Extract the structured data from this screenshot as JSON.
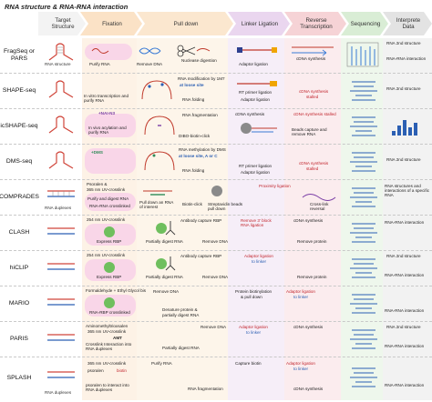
{
  "title": "RNA structure & RNA-RNA interaction",
  "stages": [
    {
      "label": "Target Structure",
      "color": "#ffffff"
    },
    {
      "label": "Fixation",
      "color": "#fbe2c6"
    },
    {
      "label": "Pull down",
      "color": "#fbe7cf"
    },
    {
      "label": "Linker Ligation",
      "color": "#ead6ef"
    },
    {
      "label": "Reverse Transcription",
      "color": "#f6d3d6"
    },
    {
      "label": "Sequencing",
      "color": "#d9edd5"
    },
    {
      "label": "Interprete Data",
      "color": "#e3e3e3"
    }
  ],
  "target_labels": {
    "rna_structure": "RNA structure",
    "rna_duplexes": "RNA duplexes"
  },
  "rows": [
    {
      "method": "FragSeq or PARS",
      "notes": {
        "fix1": "Purify RNA",
        "fix2": "Remove DNA",
        "pull1": "Nuclease digestion",
        "lig1": "Adaptor ligation",
        "rt1": "cDNA synthesis",
        "int1": "RNA 2nd structure",
        "int2": "RNA-RNA interaction"
      }
    },
    {
      "method": "SHAPE-seq",
      "notes": {
        "fix1": "In vitro transcription and purify RNA",
        "pull1": "RNA modification by 1M7",
        "pull2": "at loose site",
        "pull3": "RNA folding",
        "lig1": "RT primer ligation",
        "lig2": "Adaptor ligation",
        "rt1": "cDNA synthesis",
        "rt2": "stalled",
        "int1": "RNA 2nd structure"
      }
    },
    {
      "method": "icSHAPE-seq",
      "notes": {
        "fix0": "+NAI-N3",
        "fix1": "In vivo acylation and purify RNA",
        "pull1": "RNA fragmentation",
        "pull2": "DIBO-biotin-click",
        "lig1": "cDNA synthesis",
        "rt1": "Beads capture and remove RNA",
        "rt2": "cDNA synthesis stalled"
      }
    },
    {
      "method": "DMS-seq",
      "notes": {
        "fix0": "+DMS",
        "pull1": "RNA methylation by DMS",
        "pull2": "at loose site, A or C",
        "pull3": "RNA folding",
        "lig1": "RT primer ligation",
        "lig2": "Adaptor ligation",
        "rt1": "cDNA synthesis",
        "rt2": "stalled",
        "int1": "RNA 2nd structure"
      }
    },
    {
      "method": "COMPRADES",
      "notes": {
        "fix1": "Psoralen &",
        "fix2": "365 nm UV-crosslink",
        "fix3": "Purify and digest RNA",
        "fix4": "RNA-RNA crosslinked",
        "pull1": "Pull down an RNA of interest",
        "pull2": "Biotin-click",
        "lig1": "Streptavidin beads pull down",
        "lig2": "Proximity ligation",
        "rt1": "Cross-link reversal",
        "int1": "RNA structures and interactions of a specific RNA"
      }
    },
    {
      "method": "CLASH",
      "notes": {
        "fix1": "254 nm UV-crosslink",
        "fix2": "Express RBP",
        "pull1": "Antibody capture RBP",
        "pull2": "Partially digest RNA",
        "lig1": "Remove DNA",
        "lig2": "Remove 3' block RNA ligation",
        "rt1": "cDNA synthesis",
        "rt2": "Remove protein",
        "int1": "RNA-RNA interaction"
      }
    },
    {
      "method": "hiCLIP",
      "notes": {
        "fix1": "254 nm UV-crosslink",
        "fix2": "Express RBP",
        "pull1": "Antibody capture RBP",
        "pull2": "Partially digest RNA",
        "lig1": "Remove DNA",
        "lig2": "Adaptor ligation",
        "lig3": "to linker",
        "rt1": "Remove protein",
        "int1": "RNA 2nd structure",
        "int2": "RNA-RNA interaction"
      }
    },
    {
      "method": "MARIO",
      "notes": {
        "fix1": "Formaldehyde + Ethyl Glycol bis",
        "fix2": "RNA-RBP crosslinked",
        "pull1": "Remove DNA",
        "pull2": "Denature protein &",
        "pull3": "partially digest RNA",
        "lig1": "Protein biotinylation",
        "lig2": "& pull down",
        "lig3": "Adaptor ligation",
        "lig4": "to linker",
        "int1": "RNA-RNA interaction"
      }
    },
    {
      "method": "PARIS",
      "notes": {
        "fix1": "Aminomethyltrioxsalen",
        "fix2": "365 nm UV-crosslink",
        "fix3": "AMT",
        "fix4": "Crosslink Interaction into RNA duplexes",
        "pull1": "Remove DNA",
        "pull2": "Partially digest RNA",
        "lig1": "Adaptor ligation",
        "lig2": "to linker",
        "rt1": "cDNA synthesis",
        "int1": "RNA 2nd structure",
        "int2": "RNA-RNA interaction"
      }
    },
    {
      "method": "SPLASH",
      "notes": {
        "fix1": "365 nm UV-crosslink",
        "fix2": "psoralen",
        "fix3": "biotin",
        "fix4": "psoralen to interact into RNA duplexes",
        "pull1": "Purify RNA",
        "pull2": "RNA fragmentation",
        "lig1": "Capture biotin",
        "lig2": "Adaptor ligation",
        "lig3": "to linker",
        "rt1": "cDNA synthesis",
        "int1": "RNA-RNA interaction"
      }
    }
  ]
}
